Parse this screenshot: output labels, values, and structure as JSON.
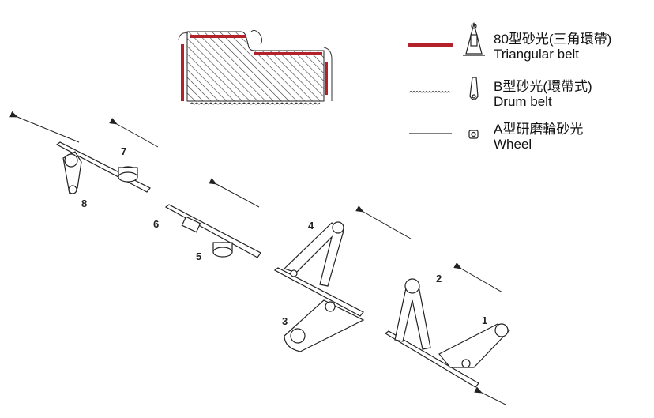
{
  "legend": [
    {
      "name_zh": "80型砂光(三角環帶)",
      "name_en": "Triangular belt",
      "line_style": "thick-red",
      "color": "#b3222a"
    },
    {
      "name_zh": "B型砂光(環帶式)",
      "name_en": "Drum belt",
      "line_style": "wavy",
      "color": "#333333"
    },
    {
      "name_zh": "A型研磨輪砂光",
      "name_en": "Wheel",
      "line_style": "thin",
      "color": "#333333"
    }
  ],
  "stations": [
    "1",
    "2",
    "3",
    "4",
    "5",
    "6",
    "7",
    "8"
  ]
}
